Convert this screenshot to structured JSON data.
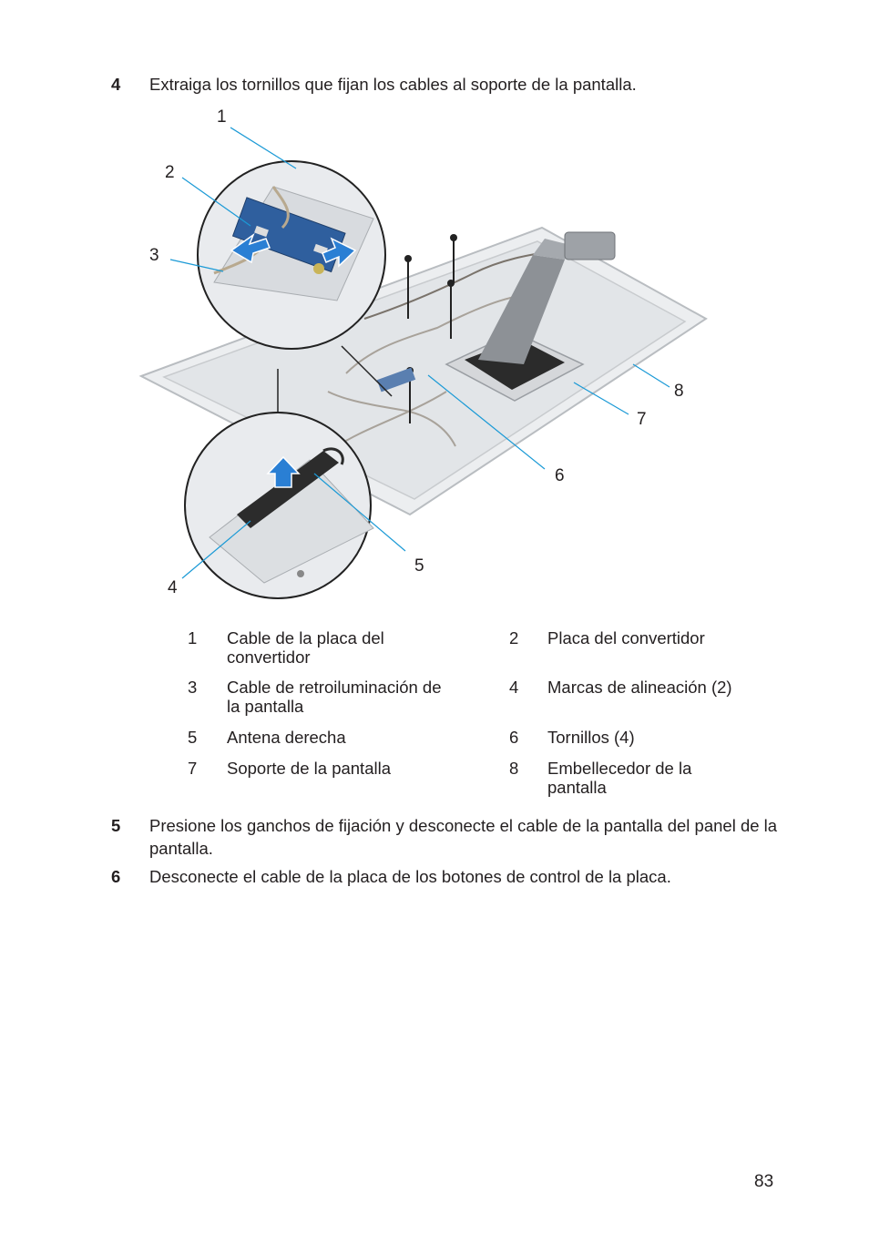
{
  "steps": [
    {
      "number": "4",
      "text": "Extraiga los tornillos que fijan los cables al soporte de la pantalla."
    },
    {
      "number": "5",
      "text": "Presione los ganchos de fijación y desconecte el cable de la pantalla del panel de la pantalla."
    },
    {
      "number": "6",
      "text": "Desconecte el cable de la placa de los botones de control de la placa."
    }
  ],
  "figure": {
    "callouts": [
      "1",
      "2",
      "3",
      "4",
      "5",
      "6",
      "7",
      "8"
    ]
  },
  "legend": [
    {
      "number": "1",
      "label": "Cable de la placa del convertidor"
    },
    {
      "number": "2",
      "label": "Placa del convertidor"
    },
    {
      "number": "3",
      "label": "Cable de retroiluminación de la pantalla"
    },
    {
      "number": "4",
      "label": "Marcas de alineación (2)"
    },
    {
      "number": "5",
      "label": "Antena derecha"
    },
    {
      "number": "6",
      "label": "Tornillos (4)"
    },
    {
      "number": "7",
      "label": "Soporte de la pantalla"
    },
    {
      "number": "8",
      "label": "Embellecedor de la pantalla"
    }
  ],
  "page_number": "83",
  "colors": {
    "text": "#231f20",
    "callout_line": "#1b9ad6",
    "arrow": "#2a7fd4"
  }
}
